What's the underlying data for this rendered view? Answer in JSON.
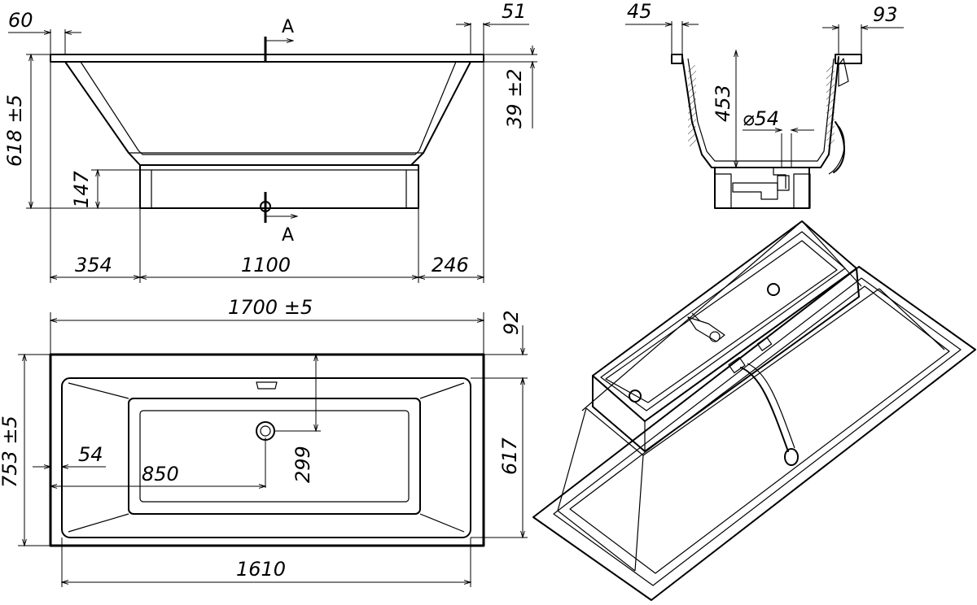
{
  "drawing": {
    "section_label": "A",
    "side_view": {
      "rim_width": "60",
      "rim_right": "51",
      "height": "618 ±5",
      "rim_thickness": "39 ±2",
      "base_height": "147",
      "left_offset": "354",
      "base_length": "1100",
      "right_offset": "246"
    },
    "end_view": {
      "rim_left": "45",
      "rim_right": "93",
      "depth": "453",
      "drain_diameter": "⌀54"
    },
    "top_view": {
      "length": "1700 ±5",
      "rim_top": "92",
      "width": "753 ±5",
      "inner_length": "1610",
      "inner_width": "617",
      "drain_edge": "54",
      "drain_position": "850",
      "drain_offset": "299"
    }
  }
}
